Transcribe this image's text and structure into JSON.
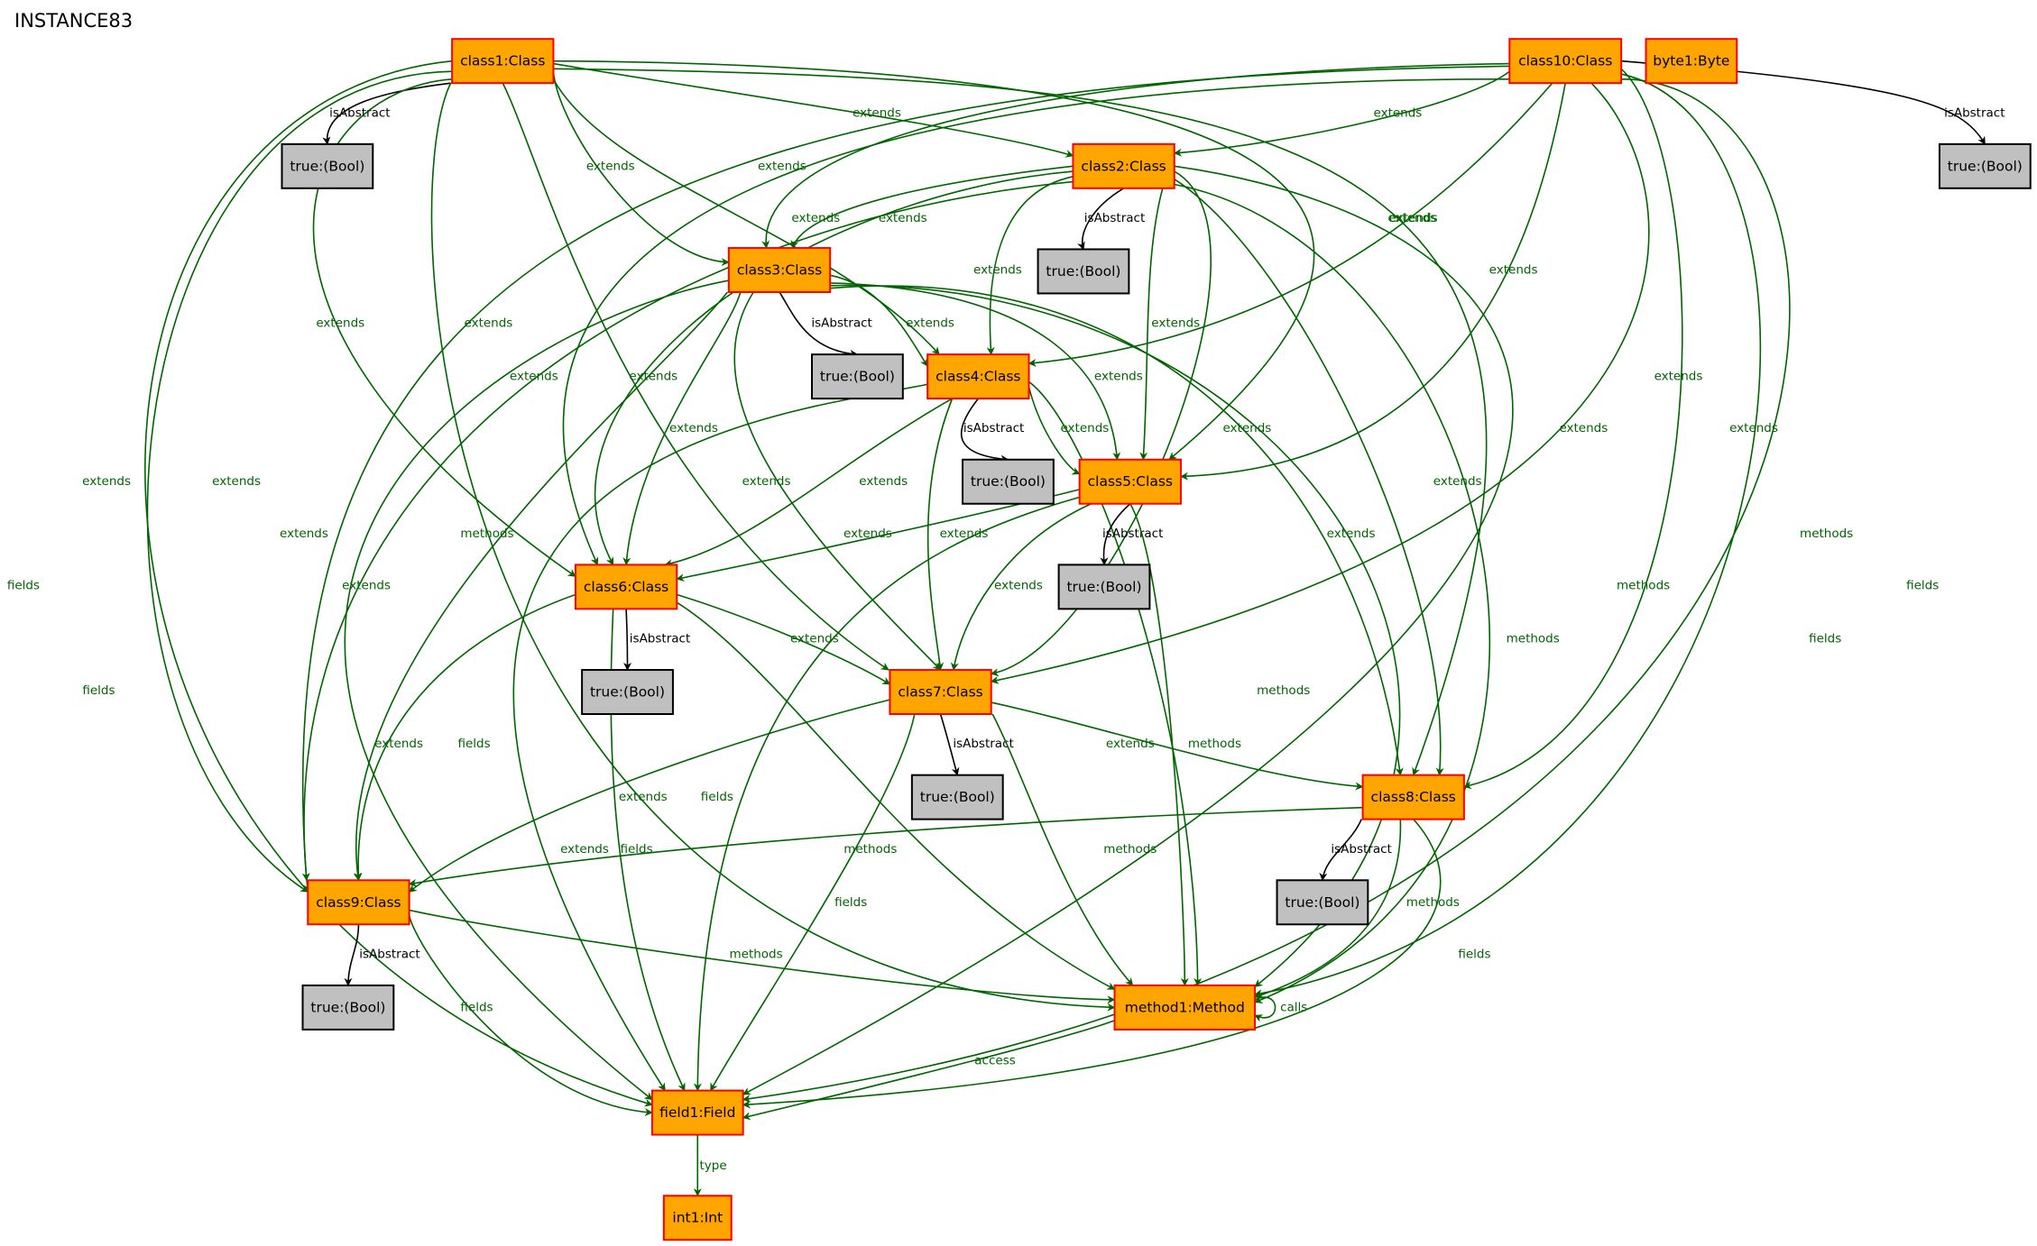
{
  "diagram": {
    "title": "INSTANCE83",
    "nodes": [
      {
        "id": "c1",
        "label": "class1:Class",
        "kind": "object"
      },
      {
        "id": "c10",
        "label": "class10:Class",
        "kind": "object"
      },
      {
        "id": "byte1",
        "label": "byte1:Byte",
        "kind": "object"
      },
      {
        "id": "c2",
        "label": "class2:Class",
        "kind": "object"
      },
      {
        "id": "c3",
        "label": "class3:Class",
        "kind": "object"
      },
      {
        "id": "c4",
        "label": "class4:Class",
        "kind": "object"
      },
      {
        "id": "c5",
        "label": "class5:Class",
        "kind": "object"
      },
      {
        "id": "c6",
        "label": "class6:Class",
        "kind": "object"
      },
      {
        "id": "c7",
        "label": "class7:Class",
        "kind": "object"
      },
      {
        "id": "c8",
        "label": "class8:Class",
        "kind": "object"
      },
      {
        "id": "c9",
        "label": "class9:Class",
        "kind": "object"
      },
      {
        "id": "m1",
        "label": "method1:Method",
        "kind": "object"
      },
      {
        "id": "f1",
        "label": "field1:Field",
        "kind": "object"
      },
      {
        "id": "i1",
        "label": "int1:Int",
        "kind": "object"
      },
      {
        "id": "b1",
        "label": "true:(Bool)",
        "kind": "value"
      },
      {
        "id": "b10",
        "label": "true:(Bool)",
        "kind": "value"
      },
      {
        "id": "b2",
        "label": "true:(Bool)",
        "kind": "value"
      },
      {
        "id": "b3",
        "label": "true:(Bool)",
        "kind": "value"
      },
      {
        "id": "b4",
        "label": "true:(Bool)",
        "kind": "value"
      },
      {
        "id": "b5",
        "label": "true:(Bool)",
        "kind": "value"
      },
      {
        "id": "b6",
        "label": "true:(Bool)",
        "kind": "value"
      },
      {
        "id": "b7",
        "label": "true:(Bool)",
        "kind": "value"
      },
      {
        "id": "b8",
        "label": "true:(Bool)",
        "kind": "value"
      },
      {
        "id": "b9",
        "label": "true:(Bool)",
        "kind": "value"
      }
    ],
    "edges": [
      {
        "from": "c1",
        "to": "b1",
        "label": "isAbstract"
      },
      {
        "from": "c1",
        "to": "c2",
        "label": "extends"
      },
      {
        "from": "c1",
        "to": "c3",
        "label": "extends"
      },
      {
        "from": "c1",
        "to": "c4",
        "label": "extends"
      },
      {
        "from": "c1",
        "to": "c6",
        "label": "extends"
      },
      {
        "from": "c1",
        "to": "c7",
        "label": "extends"
      },
      {
        "from": "c1",
        "to": "c9",
        "label": "extends"
      },
      {
        "from": "c1",
        "to": "c5",
        "label": "extends"
      },
      {
        "from": "c1",
        "to": "c8",
        "label": "extends"
      },
      {
        "from": "c1",
        "to": "m1",
        "label": "methods"
      },
      {
        "from": "c1",
        "to": "f1",
        "label": "fields"
      },
      {
        "from": "c10",
        "to": "b10",
        "label": "isAbstract"
      },
      {
        "from": "c10",
        "to": "c2",
        "label": "extends"
      },
      {
        "from": "c10",
        "to": "c3",
        "label": "extends"
      },
      {
        "from": "c10",
        "to": "c4",
        "label": "extends"
      },
      {
        "from": "c10",
        "to": "c5",
        "label": "extends"
      },
      {
        "from": "c10",
        "to": "c6",
        "label": "extends"
      },
      {
        "from": "c10",
        "to": "c7",
        "label": "extends"
      },
      {
        "from": "c10",
        "to": "c8",
        "label": "extends"
      },
      {
        "from": "c10",
        "to": "c9",
        "label": "extends"
      },
      {
        "from": "c10",
        "to": "m1",
        "label": "methods"
      },
      {
        "from": "c10",
        "to": "f1",
        "label": "fields"
      },
      {
        "from": "c2",
        "to": "b2",
        "label": "isAbstract"
      },
      {
        "from": "c2",
        "to": "c3",
        "label": "extends"
      },
      {
        "from": "c2",
        "to": "c4",
        "label": "extends"
      },
      {
        "from": "c2",
        "to": "c5",
        "label": "extends"
      },
      {
        "from": "c2",
        "to": "c6",
        "label": "extends"
      },
      {
        "from": "c2",
        "to": "c7",
        "label": "extends"
      },
      {
        "from": "c2",
        "to": "c8",
        "label": "extends"
      },
      {
        "from": "c2",
        "to": "c9",
        "label": "extends"
      },
      {
        "from": "c2",
        "to": "m1",
        "label": "methods"
      },
      {
        "from": "c2",
        "to": "f1",
        "label": "fields"
      },
      {
        "from": "c3",
        "to": "b3",
        "label": "isAbstract"
      },
      {
        "from": "c3",
        "to": "c4",
        "label": "extends"
      },
      {
        "from": "c3",
        "to": "c5",
        "label": "extends"
      },
      {
        "from": "c3",
        "to": "c6",
        "label": "extends"
      },
      {
        "from": "c3",
        "to": "c7",
        "label": "extends"
      },
      {
        "from": "c3",
        "to": "c8",
        "label": "extends"
      },
      {
        "from": "c3",
        "to": "c9",
        "label": "extends"
      },
      {
        "from": "c3",
        "to": "m1",
        "label": "methods"
      },
      {
        "from": "c3",
        "to": "f1",
        "label": "fields"
      },
      {
        "from": "c4",
        "to": "b4",
        "label": "isAbstract"
      },
      {
        "from": "c4",
        "to": "c5",
        "label": "extends"
      },
      {
        "from": "c4",
        "to": "c6",
        "label": "extends"
      },
      {
        "from": "c4",
        "to": "c7",
        "label": "extends"
      },
      {
        "from": "c4",
        "to": "m1",
        "label": "methods"
      },
      {
        "from": "c4",
        "to": "f1",
        "label": "fields"
      },
      {
        "from": "c5",
        "to": "b5",
        "label": "isAbstract"
      },
      {
        "from": "c5",
        "to": "c6",
        "label": "extends"
      },
      {
        "from": "c5",
        "to": "c7",
        "label": "extends"
      },
      {
        "from": "c5",
        "to": "m1",
        "label": "methods"
      },
      {
        "from": "c5",
        "to": "f1",
        "label": "fields"
      },
      {
        "from": "c6",
        "to": "b6",
        "label": "isAbstract"
      },
      {
        "from": "c6",
        "to": "c7",
        "label": "extends"
      },
      {
        "from": "c6",
        "to": "c9",
        "label": "extends"
      },
      {
        "from": "c6",
        "to": "m1",
        "label": "methods"
      },
      {
        "from": "c6",
        "to": "f1",
        "label": "fields"
      },
      {
        "from": "c7",
        "to": "b7",
        "label": "isAbstract"
      },
      {
        "from": "c7",
        "to": "c8",
        "label": "extends"
      },
      {
        "from": "c7",
        "to": "c9",
        "label": "extends"
      },
      {
        "from": "c7",
        "to": "m1",
        "label": "methods"
      },
      {
        "from": "c7",
        "to": "f1",
        "label": "fields"
      },
      {
        "from": "c8",
        "to": "b8",
        "label": "isAbstract"
      },
      {
        "from": "c8",
        "to": "c9",
        "label": "extends"
      },
      {
        "from": "c8",
        "to": "m1",
        "label": "methods"
      },
      {
        "from": "c8",
        "to": "f1",
        "label": "fields"
      },
      {
        "from": "c9",
        "to": "b9",
        "label": "isAbstract"
      },
      {
        "from": "c9",
        "to": "m1",
        "label": "methods"
      },
      {
        "from": "c9",
        "to": "f1",
        "label": "fields"
      },
      {
        "from": "m1",
        "to": "m1",
        "label": "calls"
      },
      {
        "from": "m1",
        "to": "f1",
        "label": "access"
      },
      {
        "from": "f1",
        "to": "i1",
        "label": "type"
      }
    ]
  },
  "colors": {
    "object_fill": "#ffa500",
    "object_border": "#ff0000",
    "value_fill": "#c0c0c0",
    "value_border": "#000000",
    "edge_green": "#006400",
    "edge_black": "#000000"
  }
}
